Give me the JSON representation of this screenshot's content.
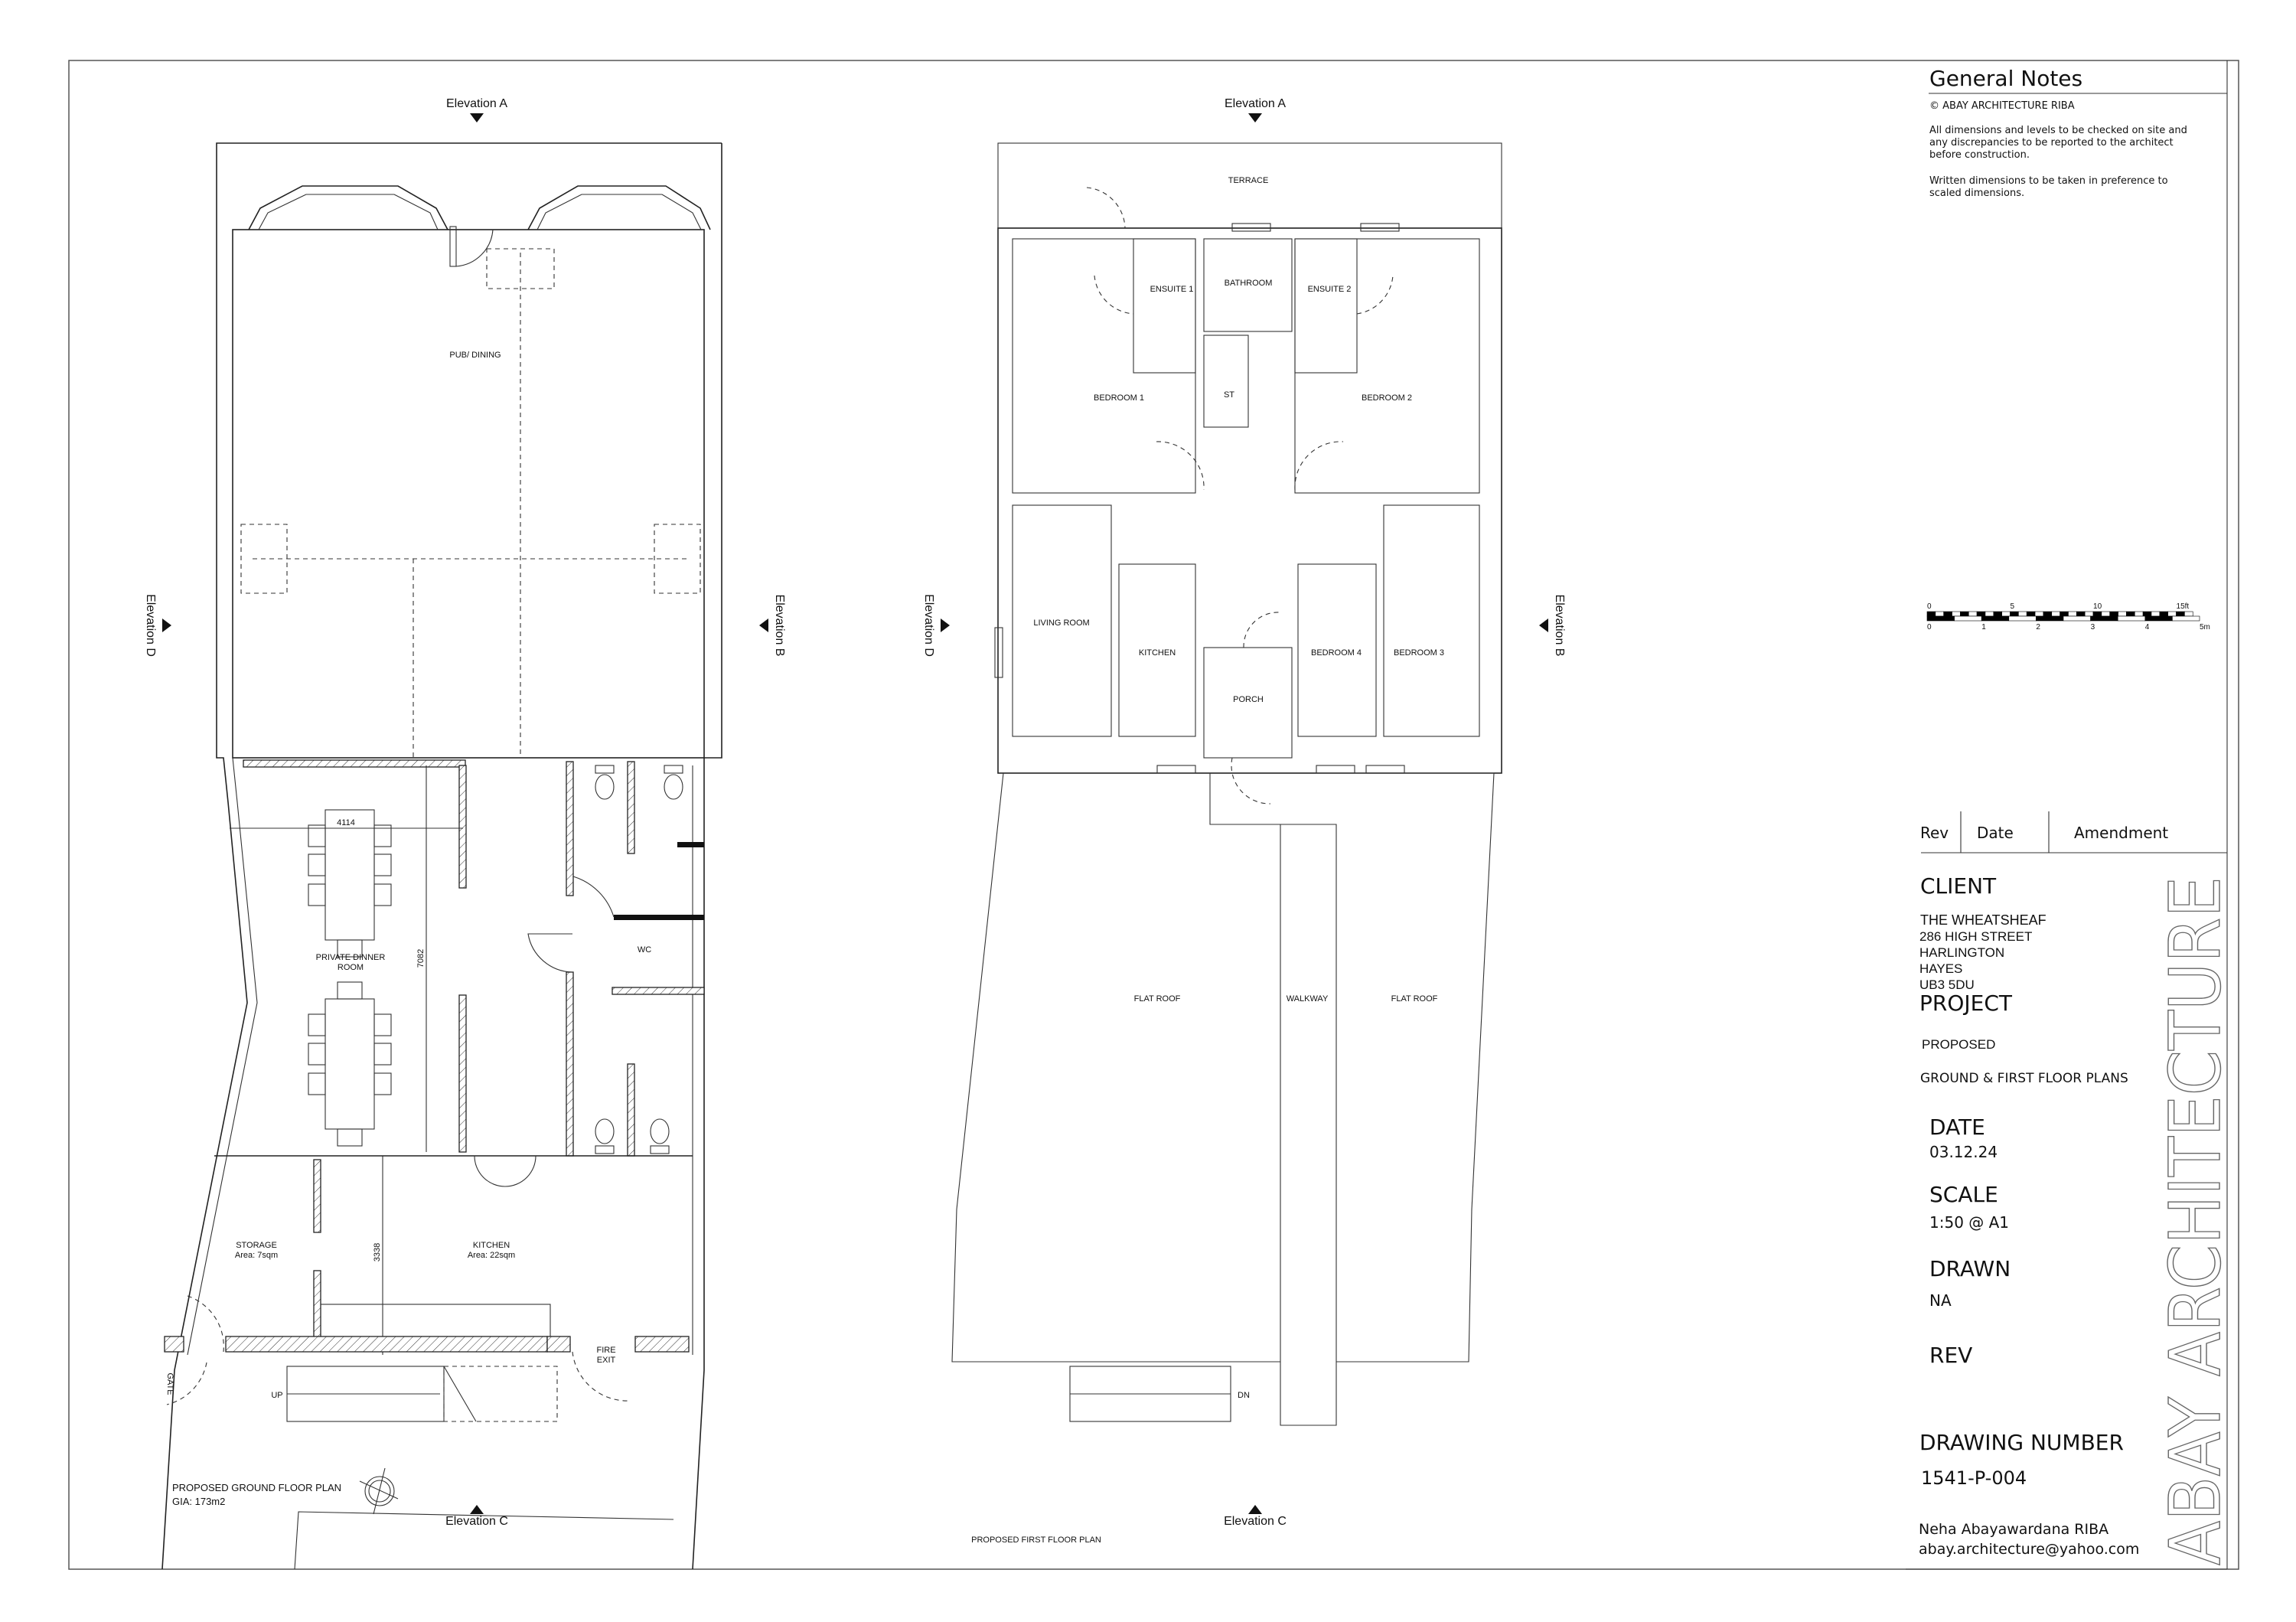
{
  "elevations": {
    "a": "Elevation A",
    "b": "Elevation B",
    "c": "Elevation C",
    "d": "Elevation D"
  },
  "ground_floor": {
    "title": "PROPOSED GROUND FLOOR PLAN",
    "gia": "GIA: 173m2",
    "rooms": {
      "pub_dining": "PUB/ DINING",
      "private_dinner_line1": "PRIVATE DINNER",
      "private_dinner_line2": "ROOM",
      "wc": "WC",
      "storage": "STORAGE",
      "storage_area": "Area: 7sqm",
      "kitchen": "KITCHEN",
      "kitchen_area": "Area: 22sqm",
      "fire_exit_line1": "FIRE",
      "fire_exit_line2": "EXIT",
      "gate": "GATE",
      "up": "UP"
    },
    "dimensions": {
      "table_width": "4114",
      "room_depth": "7082",
      "kitchen_depth": "3338"
    }
  },
  "first_floor": {
    "title": "PROPOSED FIRST FLOOR PLAN",
    "rooms": {
      "terrace": "TERRACE",
      "ensuite_1": "ENSUITE 1",
      "bathroom": "BATHROOM",
      "ensuite_2": "ENSUITE 2",
      "bedroom_1": "BEDROOM 1",
      "st": "ST",
      "bedroom_2": "BEDROOM 2",
      "living_room": "LIVING ROOM",
      "kitchen": "KITCHEN",
      "porch": "PORCH",
      "bedroom_4": "BEDROOM 4",
      "bedroom_3": "BEDROOM 3",
      "flat_roof_left": "FLAT ROOF",
      "walkway": "WALKWAY",
      "flat_roof_right": "FLAT ROOF",
      "dn": "DN"
    }
  },
  "scale_bar": {
    "feet_labels": [
      "0",
      "5",
      "10",
      "15ft"
    ],
    "metre_labels": [
      "0",
      "1",
      "2",
      "3",
      "4",
      "5m"
    ]
  },
  "title_block": {
    "general_notes_heading": "General Notes",
    "copyright": "© ABAY ARCHITECTURE RIBA",
    "note_1": [
      "All dimensions and levels to be checked on site and",
      "any discrepancies to be reported to the architect",
      "before construction."
    ],
    "note_2": [
      "Written dimensions to be taken in preference to",
      "scaled dimensions."
    ],
    "rev_header": "Rev",
    "date_header": "Date",
    "amendment_header": "Amendment",
    "client_heading": "CLIENT",
    "client_lines": [
      "THE WHEATSHEAF",
      "286 HIGH STREET",
      "HARLINGTON",
      "HAYES",
      "UB3 5DU"
    ],
    "project_heading": "PROJECT",
    "project_line_1": "PROPOSED",
    "project_line_2": "GROUND & FIRST FLOOR PLANS",
    "date_heading": "DATE",
    "date_value": "03.12.24",
    "scale_heading": "SCALE",
    "scale_value": "1:50 @ A1",
    "drawn_heading": "DRAWN",
    "drawn_value": "NA",
    "rev_heading": "REV",
    "drawing_number_heading": "DRAWING NUMBER",
    "drawing_number": "1541-P-004",
    "architect_name": "Neha Abayawardana RIBA",
    "architect_email": "abay.architecture@yahoo.com",
    "logo_text": "ABAY ARCHITECTURE"
  }
}
